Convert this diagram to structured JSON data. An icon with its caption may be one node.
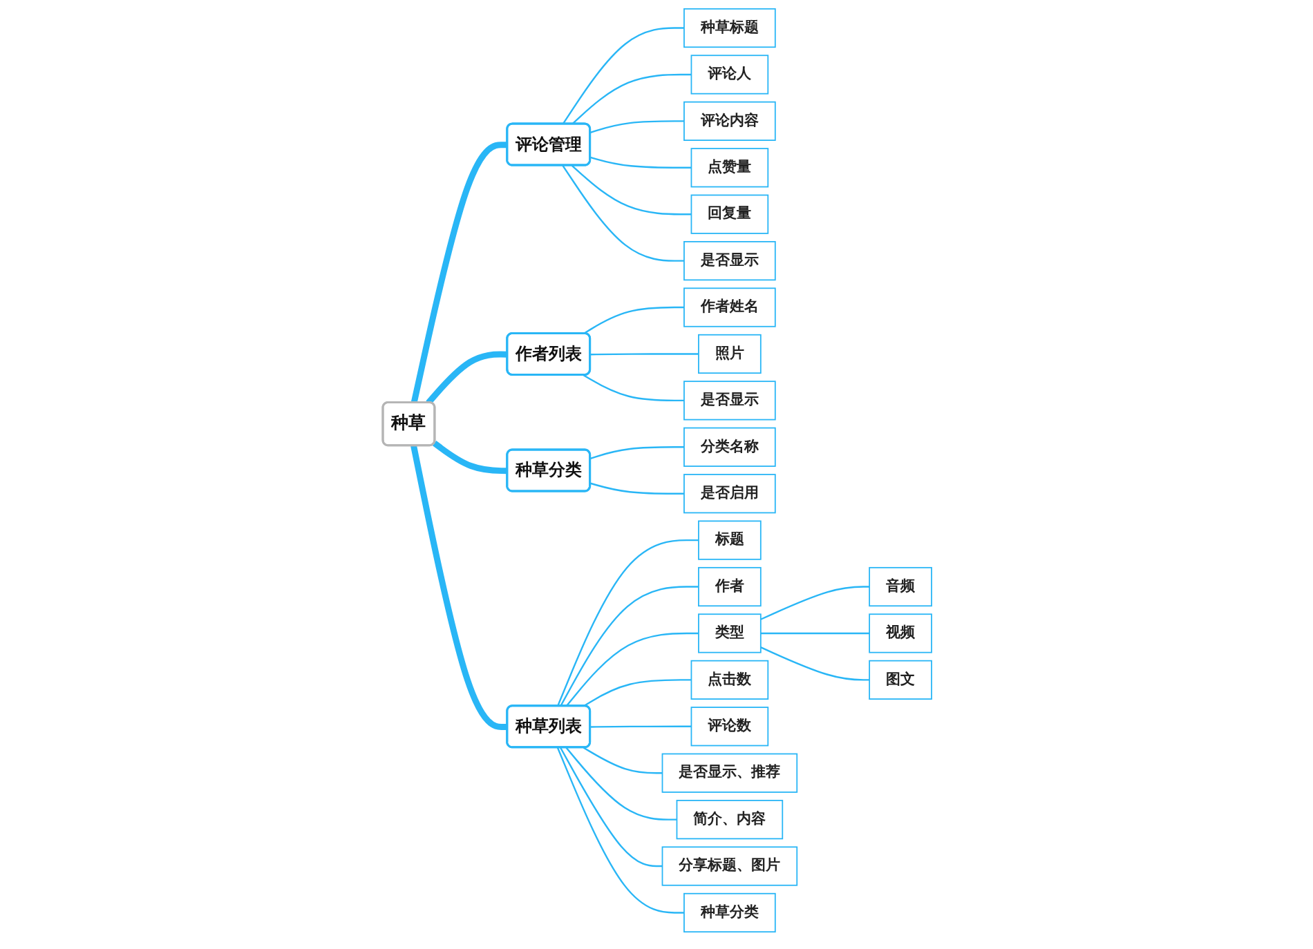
{
  "diagram": {
    "nodes": [
      {
        "text": [
          "种草"
        ]
      },
      {
        "text": [
          "评论管理"
        ]
      },
      {
        "text": [
          "种草标题"
        ]
      },
      {
        "text": [
          "评论人"
        ]
      },
      {
        "text": [
          "评论内容"
        ]
      },
      {
        "text": [
          "点赞量"
        ]
      },
      {
        "text": [
          "回复量"
        ]
      },
      {
        "text": [
          "是否显示"
        ]
      },
      {
        "text": [
          "作者列表"
        ]
      },
      {
        "text": [
          "作者姓名"
        ]
      },
      {
        "text": [
          "照片"
        ]
      },
      {
        "text": [
          "是否显示"
        ]
      },
      {
        "text": [
          "种草分类"
        ]
      },
      {
        "text": [
          "分类名称"
        ]
      },
      {
        "text": [
          "是否启用"
        ]
      },
      {
        "text": [
          "种草列表"
        ]
      },
      {
        "text": [
          "标题"
        ]
      },
      {
        "text": [
          "作者"
        ]
      },
      {
        "text": [
          "类型"
        ]
      },
      {
        "text": [
          "音频"
        ]
      },
      {
        "text": [
          "视频"
        ]
      },
      {
        "text": [
          "图文"
        ]
      },
      {
        "text": [
          "点击数"
        ]
      },
      {
        "text": [
          "评论数"
        ]
      },
      {
        "text": [
          "是否显示、推荐"
        ]
      },
      {
        "text": [
          "简介、内容"
        ]
      },
      {
        "text": [
          "分享标题、图片"
        ]
      },
      {
        "text": [
          "种草分类"
        ]
      }
    ],
    "edges": [
      {
        "from": 0,
        "to": 1,
        "arrow": "none",
        "style": "thick"
      },
      {
        "from": 1,
        "to": 2,
        "arrow": "none"
      },
      {
        "from": 1,
        "to": 3,
        "arrow": "none"
      },
      {
        "from": 1,
        "to": 4,
        "arrow": "none"
      },
      {
        "from": 1,
        "to": 5,
        "arrow": "none"
      },
      {
        "from": 1,
        "to": 6,
        "arrow": "none"
      },
      {
        "from": 1,
        "to": 7,
        "arrow": "none"
      },
      {
        "from": 0,
        "to": 8,
        "arrow": "none",
        "style": "thick"
      },
      {
        "from": 8,
        "to": 9,
        "arrow": "none"
      },
      {
        "from": 8,
        "to": 10,
        "arrow": "none"
      },
      {
        "from": 8,
        "to": 11,
        "arrow": "none"
      },
      {
        "from": 0,
        "to": 12,
        "arrow": "none",
        "style": "thick"
      },
      {
        "from": 12,
        "to": 13,
        "arrow": "none"
      },
      {
        "from": 12,
        "to": 14,
        "arrow": "none"
      },
      {
        "from": 0,
        "to": 15,
        "arrow": "none",
        "style": "thick"
      },
      {
        "from": 15,
        "to": 16,
        "arrow": "none"
      },
      {
        "from": 15,
        "to": 17,
        "arrow": "none"
      },
      {
        "from": 15,
        "to": 18,
        "arrow": "none"
      },
      {
        "from": 18,
        "to": 19,
        "arrow": "none"
      },
      {
        "from": 18,
        "to": 20,
        "arrow": "none"
      },
      {
        "from": 18,
        "to": 21,
        "arrow": "none"
      },
      {
        "from": 15,
        "to": 22,
        "arrow": "none"
      },
      {
        "from": 15,
        "to": 23,
        "arrow": "none"
      },
      {
        "from": 15,
        "to": 24,
        "arrow": "none"
      },
      {
        "from": 15,
        "to": 25,
        "arrow": "none"
      },
      {
        "from": 15,
        "to": 26,
        "arrow": "none"
      },
      {
        "from": 15,
        "to": 27,
        "arrow": "none"
      }
    ]
  }
}
